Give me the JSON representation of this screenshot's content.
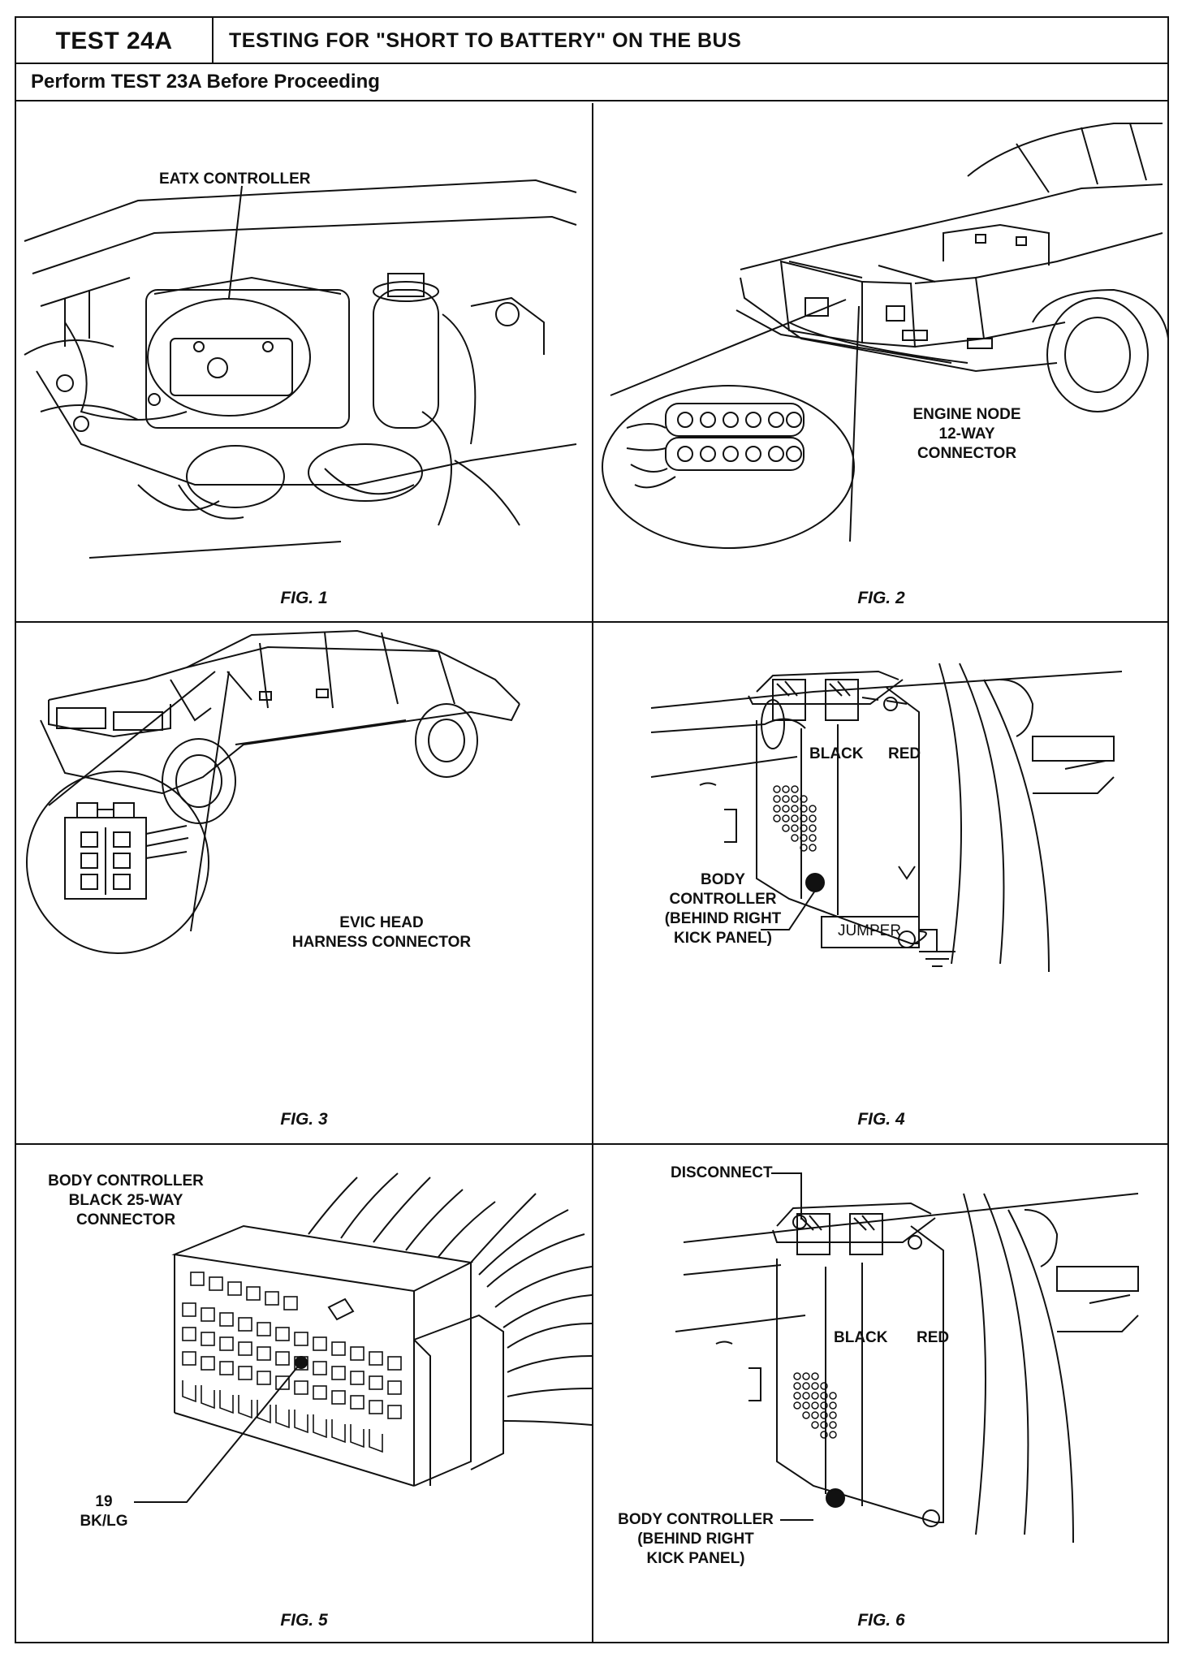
{
  "header": {
    "test_id": "TEST 24A",
    "title": "TESTING FOR \"SHORT TO BATTERY\" ON THE BUS",
    "prerequisite": "Perform TEST 23A Before Proceeding"
  },
  "figures": [
    {
      "caption": "FIG. 1",
      "labels": [
        "EATX CONTROLLER"
      ]
    },
    {
      "caption": "FIG. 2",
      "labels": [
        "ENGINE NODE",
        "12-WAY",
        "CONNECTOR"
      ]
    },
    {
      "caption": "FIG. 3",
      "labels": [
        "EVIC HEAD",
        "HARNESS CONNECTOR"
      ]
    },
    {
      "caption": "FIG. 4",
      "labels": [
        "BLACK",
        "RED",
        "BODY",
        "CONTROLLER",
        "(BEHIND RIGHT",
        "KICK PANEL)",
        "JUMPER"
      ]
    },
    {
      "caption": "FIG. 5",
      "labels": [
        "BODY CONTROLLER",
        "BLACK 25-WAY",
        "CONNECTOR",
        "19",
        "BK/LG"
      ]
    },
    {
      "caption": "FIG. 6",
      "labels": [
        "DISCONNECT",
        "BLACK",
        "RED",
        "BODY CONTROLLER",
        "(BEHIND RIGHT",
        "KICK PANEL)"
      ]
    }
  ]
}
